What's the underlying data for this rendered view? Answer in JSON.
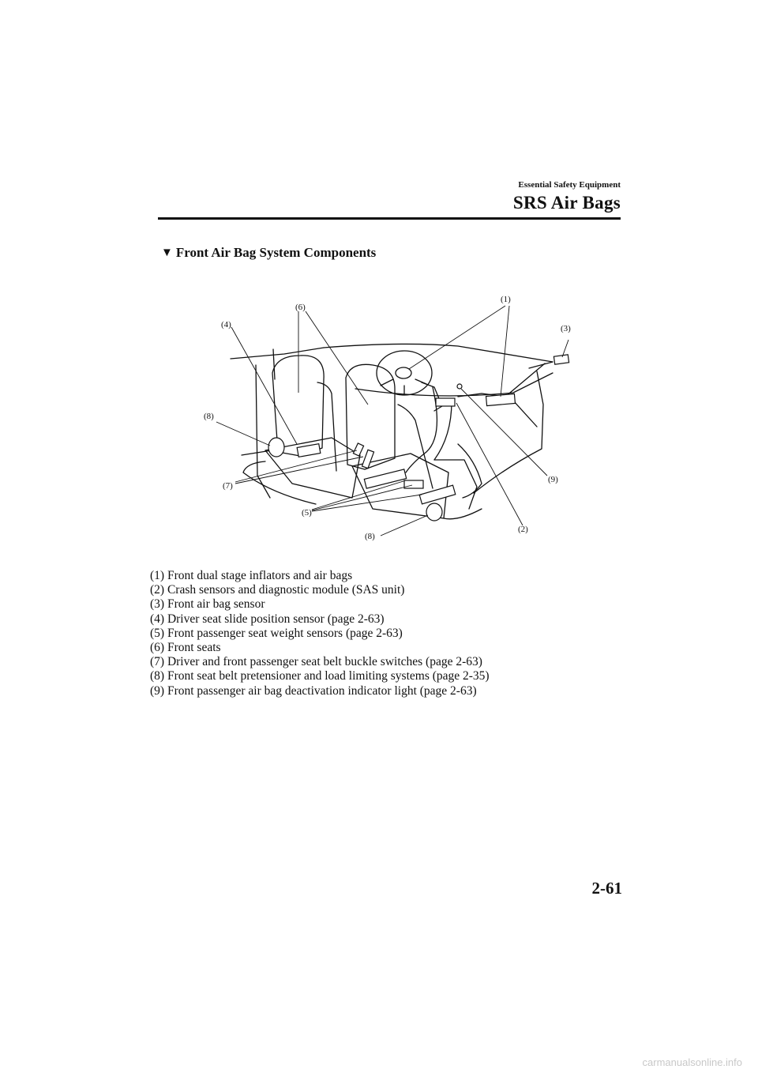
{
  "header": {
    "section": "Essential Safety Equipment",
    "chapter": "SRS Air Bags"
  },
  "subheading": {
    "marker_icon": "down-triangle-icon",
    "text": "Front Air Bag System Components"
  },
  "diagram": {
    "callouts": [
      "(1)",
      "(2)",
      "(3)",
      "(4)",
      "(5)",
      "(6)",
      "(7)",
      "(8)",
      "(8)",
      "(9)"
    ]
  },
  "legend": [
    "(1) Front dual stage inflators and air bags",
    "(2) Crash sensors and diagnostic module (SAS unit)",
    "(3) Front air bag sensor",
    "(4) Driver seat slide position sensor (page 2-63)",
    "(5) Front passenger seat weight sensors (page 2-63)",
    "(6) Front seats",
    "(7) Driver and front passenger seat belt buckle switches (page 2-63)",
    "(8) Front seat belt pretensioner and load limiting systems (page 2-35)",
    "(9) Front passenger air bag deactivation indicator light (page 2-63)"
  ],
  "page_number": "2-61",
  "watermark": "carmanualsonline.info"
}
